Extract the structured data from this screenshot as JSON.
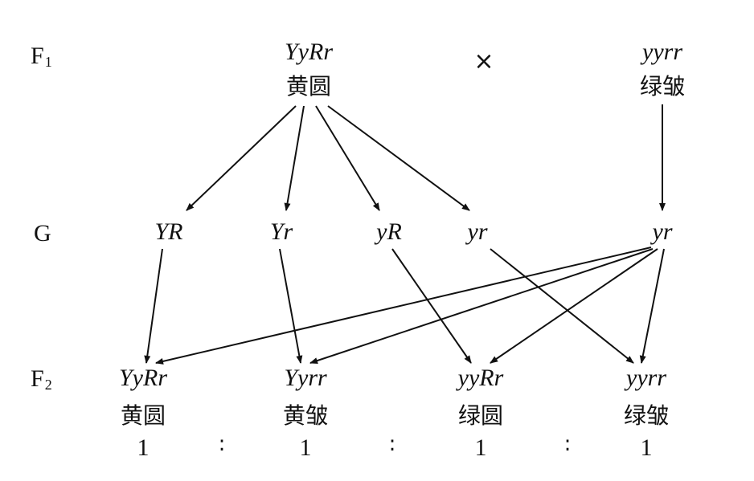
{
  "rows": {
    "f1": {
      "main": "F",
      "sub": "1"
    },
    "g": {
      "main": "G"
    },
    "f2": {
      "main": "F",
      "sub": "2"
    }
  },
  "parents": {
    "left": {
      "genotype": "YyRr",
      "phenotype": "黄圆"
    },
    "cross": "×",
    "right": {
      "genotype": "yyrr",
      "phenotype": "绿皱"
    }
  },
  "gametes": {
    "left": [
      "YR",
      "Yr",
      "yR",
      "yr"
    ],
    "right": [
      "yr"
    ]
  },
  "offspring": [
    {
      "genotype": "YyRr",
      "phenotype": "黄圆",
      "ratio": "1"
    },
    {
      "genotype": "Yyrr",
      "phenotype": "黄皱",
      "ratio": "1"
    },
    {
      "genotype": "yyRr",
      "phenotype": "绿圆",
      "ratio": "1"
    },
    {
      "genotype": "yyrr",
      "phenotype": "绿皱",
      "ratio": "1"
    }
  ],
  "ratio_separator": ":"
}
